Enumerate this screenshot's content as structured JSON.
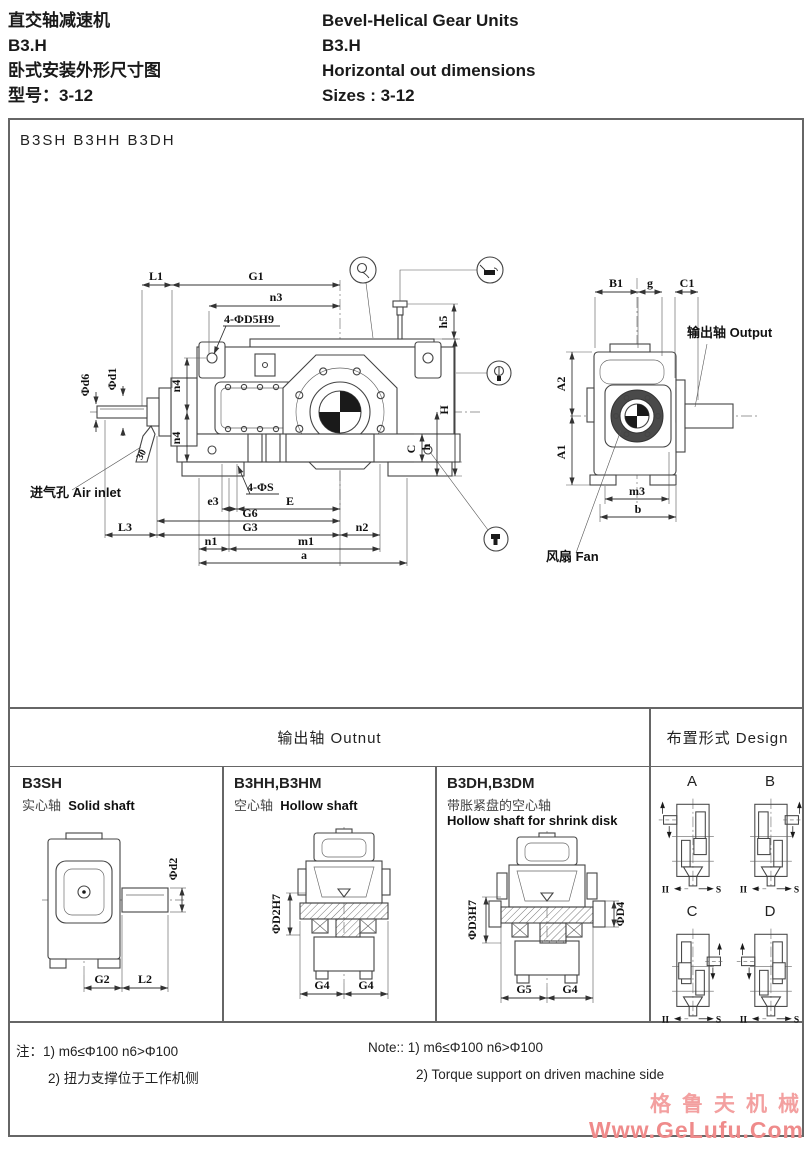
{
  "header": {
    "zh_line1": "直交轴减速机",
    "zh_line2": "B3.H",
    "zh_line3": "卧式安装外形尺寸图",
    "zh_line4": "型号：3-12",
    "en_line1": "Bevel-Helical Gear Units",
    "en_line2": "B3.H",
    "en_line3": "Horizontal out dimensions",
    "en_line4": "Sizes : 3-12"
  },
  "drawing": {
    "models": "B3SH  B3HH  B3DH",
    "air_inlet": "进气孔 Air inlet",
    "output_shaft": "输出轴 Output",
    "fan": "风扇 Fan",
    "angle30": "30",
    "dims": {
      "L1": "L1",
      "G1": "G1",
      "n3": "n3",
      "d5h9": "4-ΦD5H9",
      "h5": "h5",
      "n4": "n4",
      "d6": "Φd6",
      "d1": "Φd1",
      "e3": "e3",
      "s4": "4-ΦS",
      "E": "E",
      "G6": "G6",
      "G3": "G3",
      "L3": "L3",
      "n2": "n2",
      "n1": "n1",
      "m1": "m1",
      "a": "a",
      "C": "C",
      "h": "h",
      "H": "H",
      "B1": "B1",
      "g": "g",
      "C1": "C1",
      "A2": "A2",
      "A1": "A1",
      "m3": "m3",
      "b": "b"
    }
  },
  "table": {
    "output_header": "输出轴  Outnut",
    "design_header": "布置形式  Design",
    "cell_b3sh": {
      "title": "B3SH",
      "sub_zh": "实心轴",
      "sub_en": "Solid shaft",
      "dims": {
        "d2": "Φd2",
        "G2": "G2",
        "L2": "L2"
      }
    },
    "cell_b3hh": {
      "title": "B3HH,B3HM",
      "sub_zh": "空心轴",
      "sub_en": "Hollow shaft",
      "dims": {
        "D2H7": "ΦD2H7",
        "G4a": "G4",
        "G4b": "G4"
      }
    },
    "cell_b3dh": {
      "title": "B3DH,B3DM",
      "sub_zh": "带胀紧盘的空心轴",
      "sub_en": "Hollow shaft for shrink disk",
      "dims": {
        "D3H7": "ΦD3H7",
        "D4": "ΦD4",
        "G5": "G5",
        "G4": "G4"
      }
    },
    "designs": {
      "a": "A",
      "b": "B",
      "c": "C",
      "d": "D",
      "axis_input": "II",
      "axis_s": "S"
    }
  },
  "notes": {
    "zh_label": "注：",
    "zh_item1": "1)  m6≤Φ100 n6>Φ100",
    "zh_item2": "2)  扭力支撑位于工作机侧",
    "en_label": "Note::",
    "en_item1": "1)  m6≤Φ100 n6>Φ100",
    "en_item2": "2)  Torque support on driven machine side"
  },
  "watermark": {
    "line1": "格鲁夫机械",
    "line2": "Www.GeLufu.Com"
  }
}
